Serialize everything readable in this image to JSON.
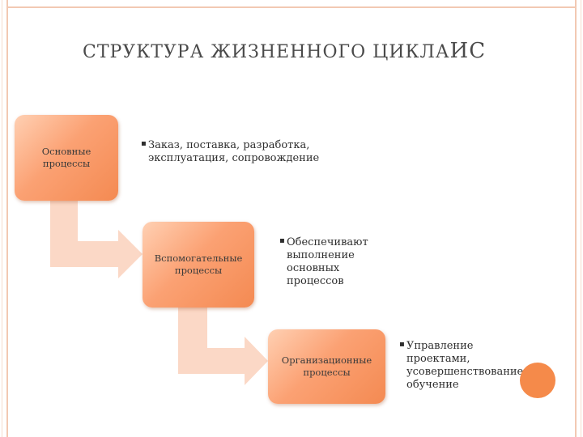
{
  "title": {
    "part1": "СТРУКТУРА ЖИЗНЕННОГО ЦИКЛА",
    "part2": "ИС"
  },
  "steps": [
    {
      "label": "Основные\nпроцессы",
      "description": "Заказ, поставка, разработка, эксплуатация, сопровождение"
    },
    {
      "label": "Вспомогательные\nпроцессы",
      "description": "Обеспечивают выполнение основных процессов"
    },
    {
      "label": "Организационные\nпроцессы",
      "description": "Управление проектами, усовершенствование, обучение"
    }
  ],
  "colors": {
    "box_fill": "#fba173",
    "arrow_fill": "#fbd8c6",
    "frame": "#f2c9b3",
    "accent_circle": "#f58a4a"
  }
}
